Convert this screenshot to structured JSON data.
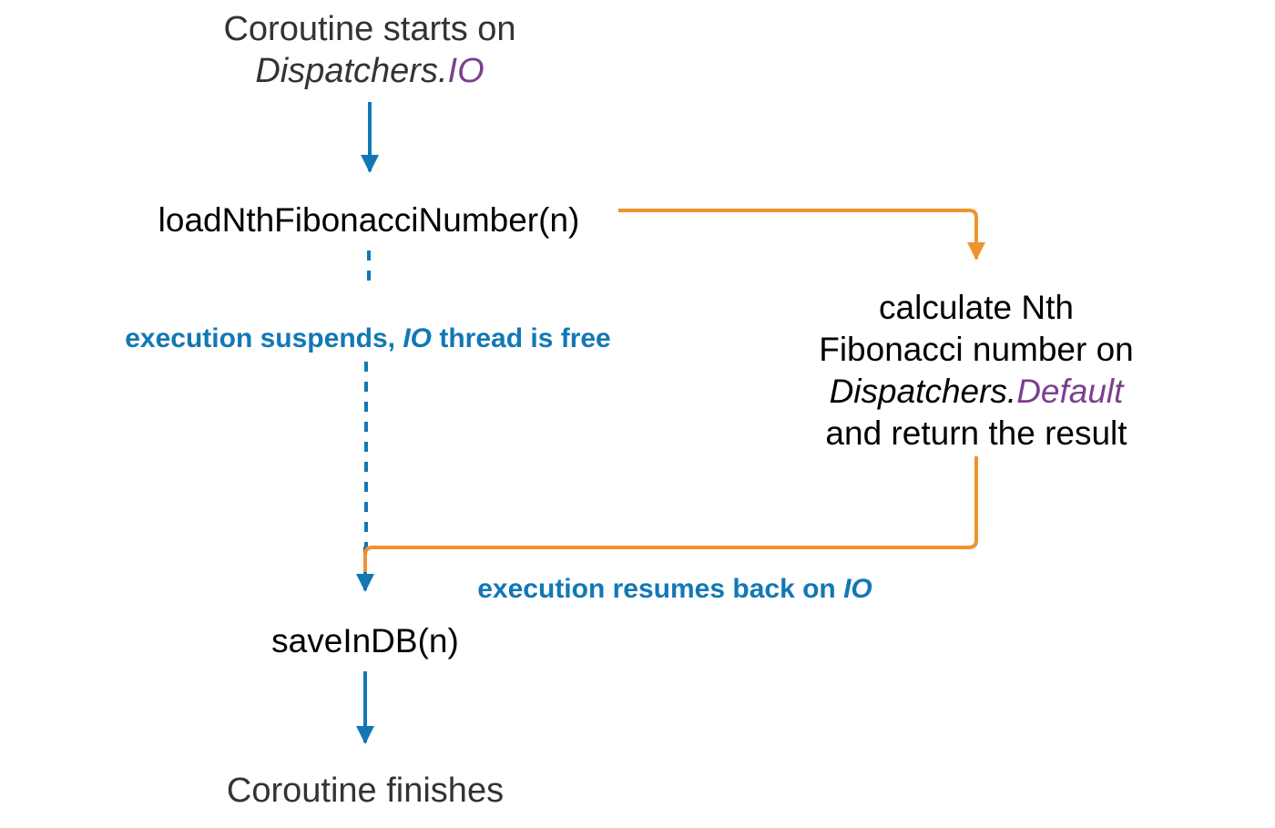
{
  "colors": {
    "main_flow": "#1278b5",
    "offload_flow": "#f09230",
    "dispatcher_highlight": "#7b3f8f",
    "node_text": "#333333",
    "function_text": "#000000"
  },
  "nodes": {
    "start": {
      "line1": "Coroutine starts on",
      "dispatcher_prefix": "Dispatchers.",
      "dispatcher_name": "IO"
    },
    "load_call": "loadNthFibonacciNumber(n)",
    "calculate": {
      "line1": "calculate Nth",
      "line2": "Fibonacci number on",
      "dispatcher_prefix": "Dispatchers.",
      "dispatcher_name": "Default",
      "line4": "and return the result"
    },
    "save_call": "saveInDB(n)",
    "finish": "Coroutine finishes"
  },
  "annotations": {
    "suspend": {
      "prefix": "execution suspends, ",
      "thread": "IO",
      "suffix": " thread is free"
    },
    "resume": {
      "prefix": "execution resumes back on ",
      "thread": "IO"
    }
  }
}
